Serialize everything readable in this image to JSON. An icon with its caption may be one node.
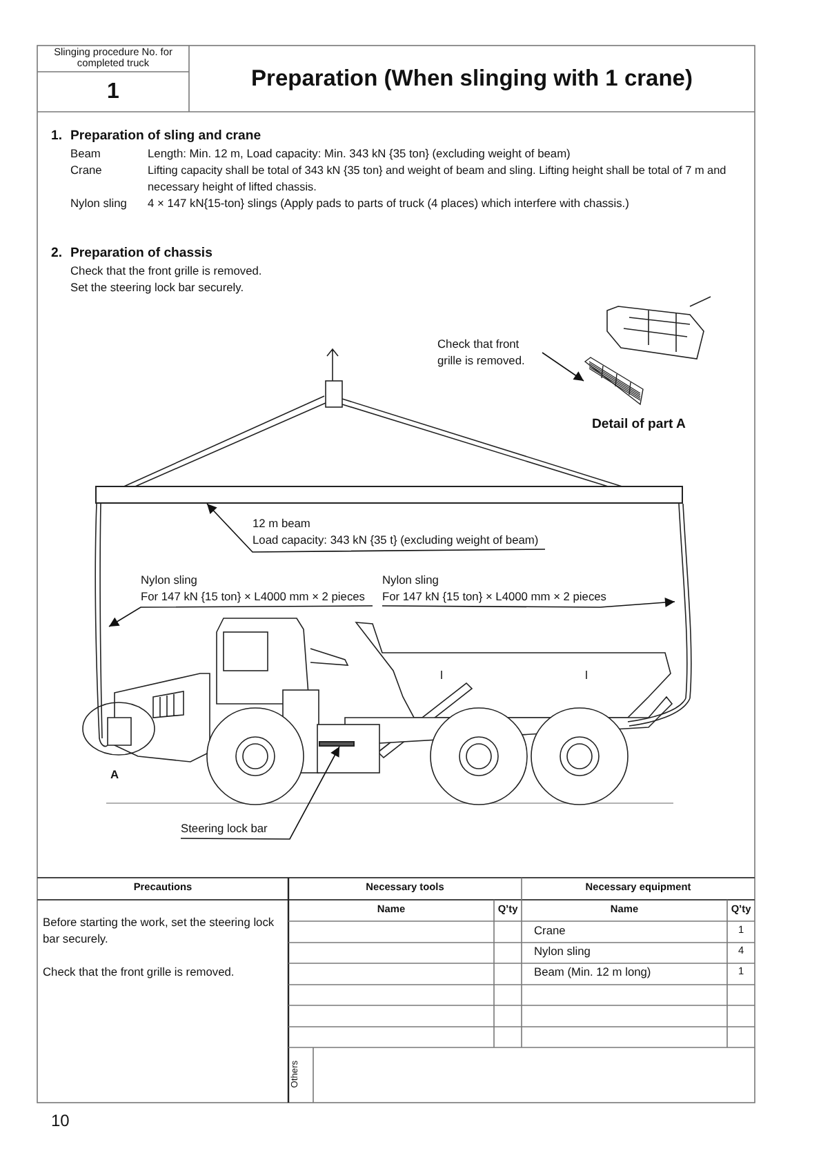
{
  "diagram": {
    "title": "Preparation (When slinging with 1 crane)",
    "nodes": [
      {
        "text": [
          "Check that front grille is removed."
        ]
      },
      {
        "text": [],
        "shape": "picture"
      },
      {
        "text": [
          "12 m beam",
          "Load capacity: 343 kN {35 t} (excluding weight of beam)"
        ]
      },
      {
        "text": [],
        "shape": "bar"
      },
      {
        "text": [
          "Nylon sling",
          "For 147 kN {15 ton} × L4000 mm × 2 pieces"
        ]
      },
      {
        "text": [
          "Nylon sling",
          "For 147 kN {15 ton} × L4000 mm × 2 pieces"
        ]
      },
      {
        "text": [
          "Steering lock bar"
        ]
      },
      {
        "text": [],
        "shape": "rope"
      },
      {
        "text": [],
        "shape": "rope"
      },
      {
        "text": [],
        "shape": "bar"
      }
    ],
    "edges": [
      {
        "from": 0,
        "to": 1,
        "arrow": "to"
      },
      {
        "from": 2,
        "to": 3,
        "arrow": "to"
      },
      {
        "from": 4,
        "to": 7,
        "arrow": "to"
      },
      {
        "from": 5,
        "to": 8,
        "arrow": "to"
      },
      {
        "from": 6,
        "to": 9,
        "arrow": "to"
      }
    ],
    "labels": [
      "Slinging procedure No. for completed truck",
      "1",
      "1.",
      "Preparation of sling and crane",
      "Beam",
      "Length: Min. 12 m, Load capacity: Min. 343 kN {35 ton} (excluding weight of beam)",
      "Crane",
      "Lifting capacity shall be total of  343 kN {35 ton} and weight of beam and sling.  Lifting height shall be total of 7 m and necessary height of lifted chassis.",
      "Nylon sling",
      "4 × 147 kN{15-ton} slings (Apply pads to parts of truck (4 places) which interfere with chassis.)",
      "2.",
      "Preparation of chassis",
      "Check that the front grille is removed.",
      "Set the steering lock bar securely.",
      "Detail of part A",
      "A",
      "Precautions",
      "Necessary tools",
      "Necessary equipment",
      "Before starting the work, set the steering lock bar securely.",
      "Check that the front grille is removed.",
      "Name",
      "Q’ty",
      "Name",
      "Q’ty",
      "Crane",
      "1",
      "Nylon sling",
      "4",
      "Beam (Min. 12 m long)",
      "1",
      "Others",
      "10"
    ]
  }
}
